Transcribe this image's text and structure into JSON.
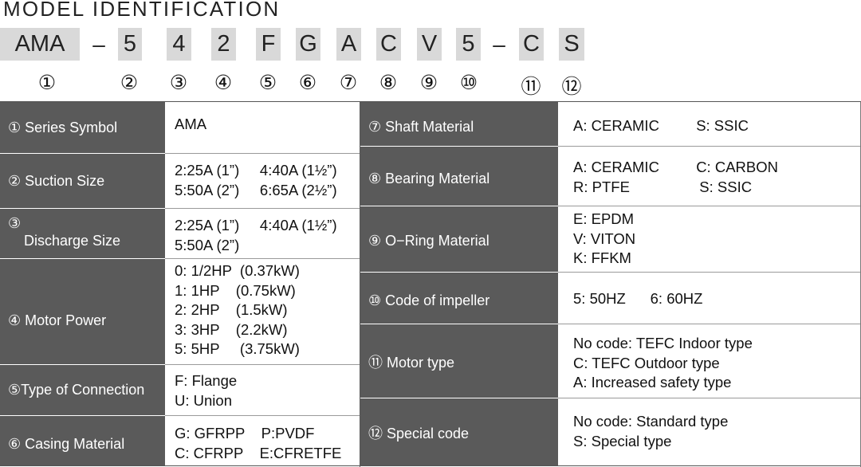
{
  "title": "MODEL IDENTIFICATION",
  "code": {
    "segments": [
      "AMA",
      "5",
      "4",
      "2",
      "F",
      "G",
      "A",
      "C",
      "V",
      "5",
      "C",
      "S"
    ],
    "separator": "–",
    "numbers": [
      "①",
      "②",
      "③",
      "④",
      "⑤",
      "⑥",
      "⑦",
      "⑧",
      "⑨",
      "⑩",
      "⑪",
      "⑫"
    ]
  },
  "left": [
    {
      "label": "① Series Symbol",
      "value": "AMA"
    },
    {
      "label": "② Suction Size",
      "value": "2:25A (1”)     4:40A (1½”)\n5:50A (2”)     6:65A (2½”)"
    },
    {
      "label": "③\n    Discharge Size",
      "value": "2:25A (1”)     4:40A (1½”)\n5:50A (2”)"
    },
    {
      "label": "④ Motor Power",
      "value": "0: 1/2HP  (0.37kW)\n1: 1HP    (0.75kW)\n2: 2HP    (1.5kW)\n3: 3HP    (2.2kW)\n5: 5HP     (3.75kW)"
    },
    {
      "label": "⑤Type of Connection",
      "value": "F: Flange\nU: Union"
    },
    {
      "label": "⑥ Casing Material",
      "value": "G: GFRPP    P:PVDF\nC: CFRPP    E:CFRETFE"
    }
  ],
  "right": [
    {
      "label": "⑦ Shaft Material",
      "value": "A: CERAMIC         S: SSIC"
    },
    {
      "label": "⑧ Bearing Material",
      "value": "A: CERAMIC         C: CARBON\nR: PTFE                 S: SSIC"
    },
    {
      "label": "⑨ O−Ring Material",
      "value": "E: EPDM\nV: VITON\nK: FFKM"
    },
    {
      "label": "⑩ Code of impeller",
      "value": "5: 50HZ      6: 60HZ"
    },
    {
      "label": "⑪ Motor type",
      "value": "No code: TEFC Indoor type\nC: TEFC Outdoor type\nA: Increased safety type"
    },
    {
      "label": "⑫ Special code",
      "value": "No code: Standard type\nS: Special type"
    }
  ]
}
